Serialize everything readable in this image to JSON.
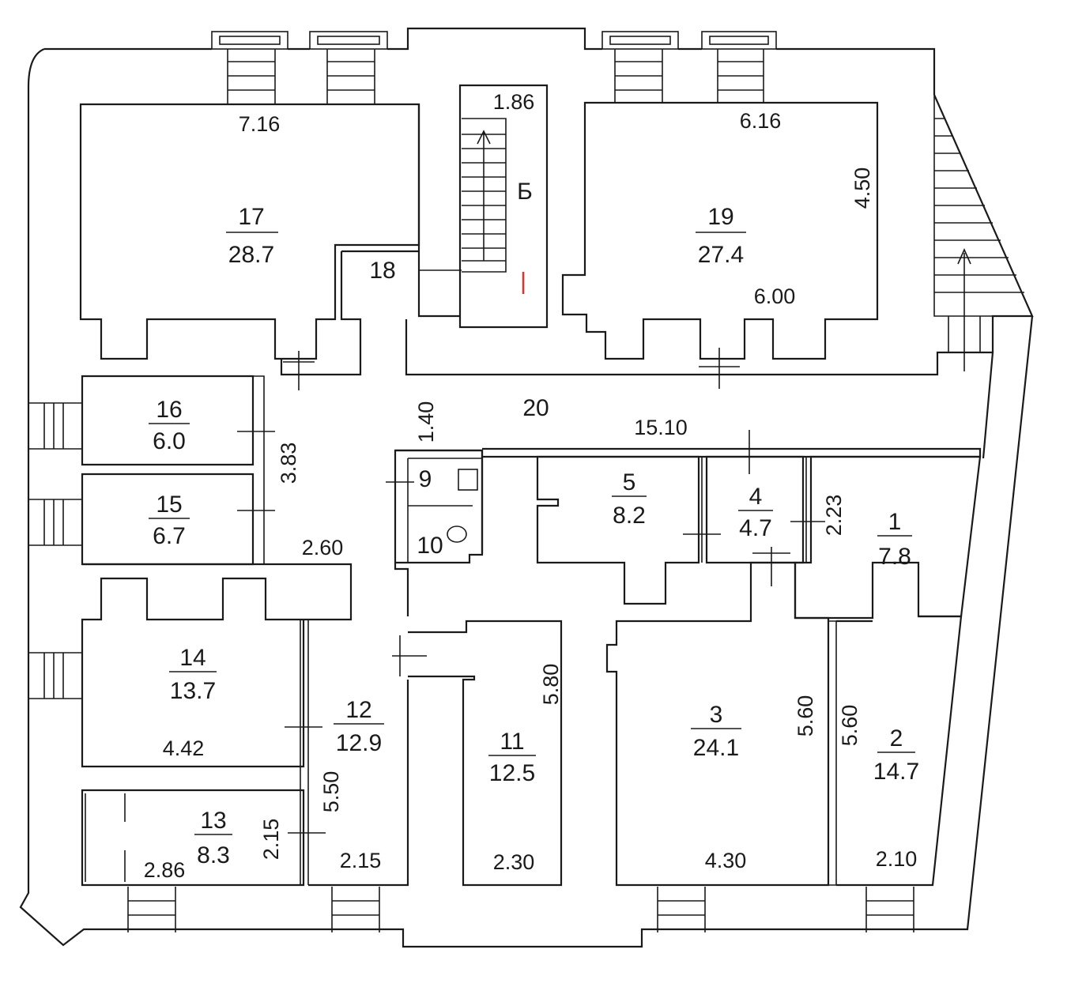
{
  "rooms": {
    "r1": {
      "number": "1",
      "area": "7.8"
    },
    "r2": {
      "number": "2",
      "area": "14.7"
    },
    "r3": {
      "number": "3",
      "area": "24.1"
    },
    "r4": {
      "number": "4",
      "area": "4.7"
    },
    "r5": {
      "number": "5",
      "area": "8.2"
    },
    "r9": {
      "number": "9"
    },
    "r10": {
      "number": "10"
    },
    "r11": {
      "number": "11",
      "area": "12.5"
    },
    "r12": {
      "number": "12",
      "area": "12.9"
    },
    "r13": {
      "number": "13",
      "area": "8.3"
    },
    "r14": {
      "number": "14",
      "area": "13.7"
    },
    "r15": {
      "number": "15",
      "area": "6.7"
    },
    "r16": {
      "number": "16",
      "area": "6.0"
    },
    "r17": {
      "number": "17",
      "area": "28.7"
    },
    "r18": {
      "number": "18"
    },
    "r19": {
      "number": "19",
      "area": "27.4"
    },
    "r20": {
      "number": "20"
    },
    "stair": {
      "label": "Б"
    }
  },
  "dimensions": {
    "d716": "7.16",
    "d186": "1.86",
    "d616": "6.16",
    "d450": "4.50",
    "d600": "6.00",
    "d140": "1.40",
    "d1510": "15.10",
    "d383": "3.83",
    "d260": "2.60",
    "d223": "2.23",
    "d580": "5.80",
    "d560a": "5.60",
    "d560b": "5.60",
    "d442": "4.42",
    "d550": "5.50",
    "d215a": "2.15",
    "d215b": "2.15",
    "d286": "2.86",
    "d230": "2.30",
    "d430": "4.30",
    "d210": "2.10"
  }
}
